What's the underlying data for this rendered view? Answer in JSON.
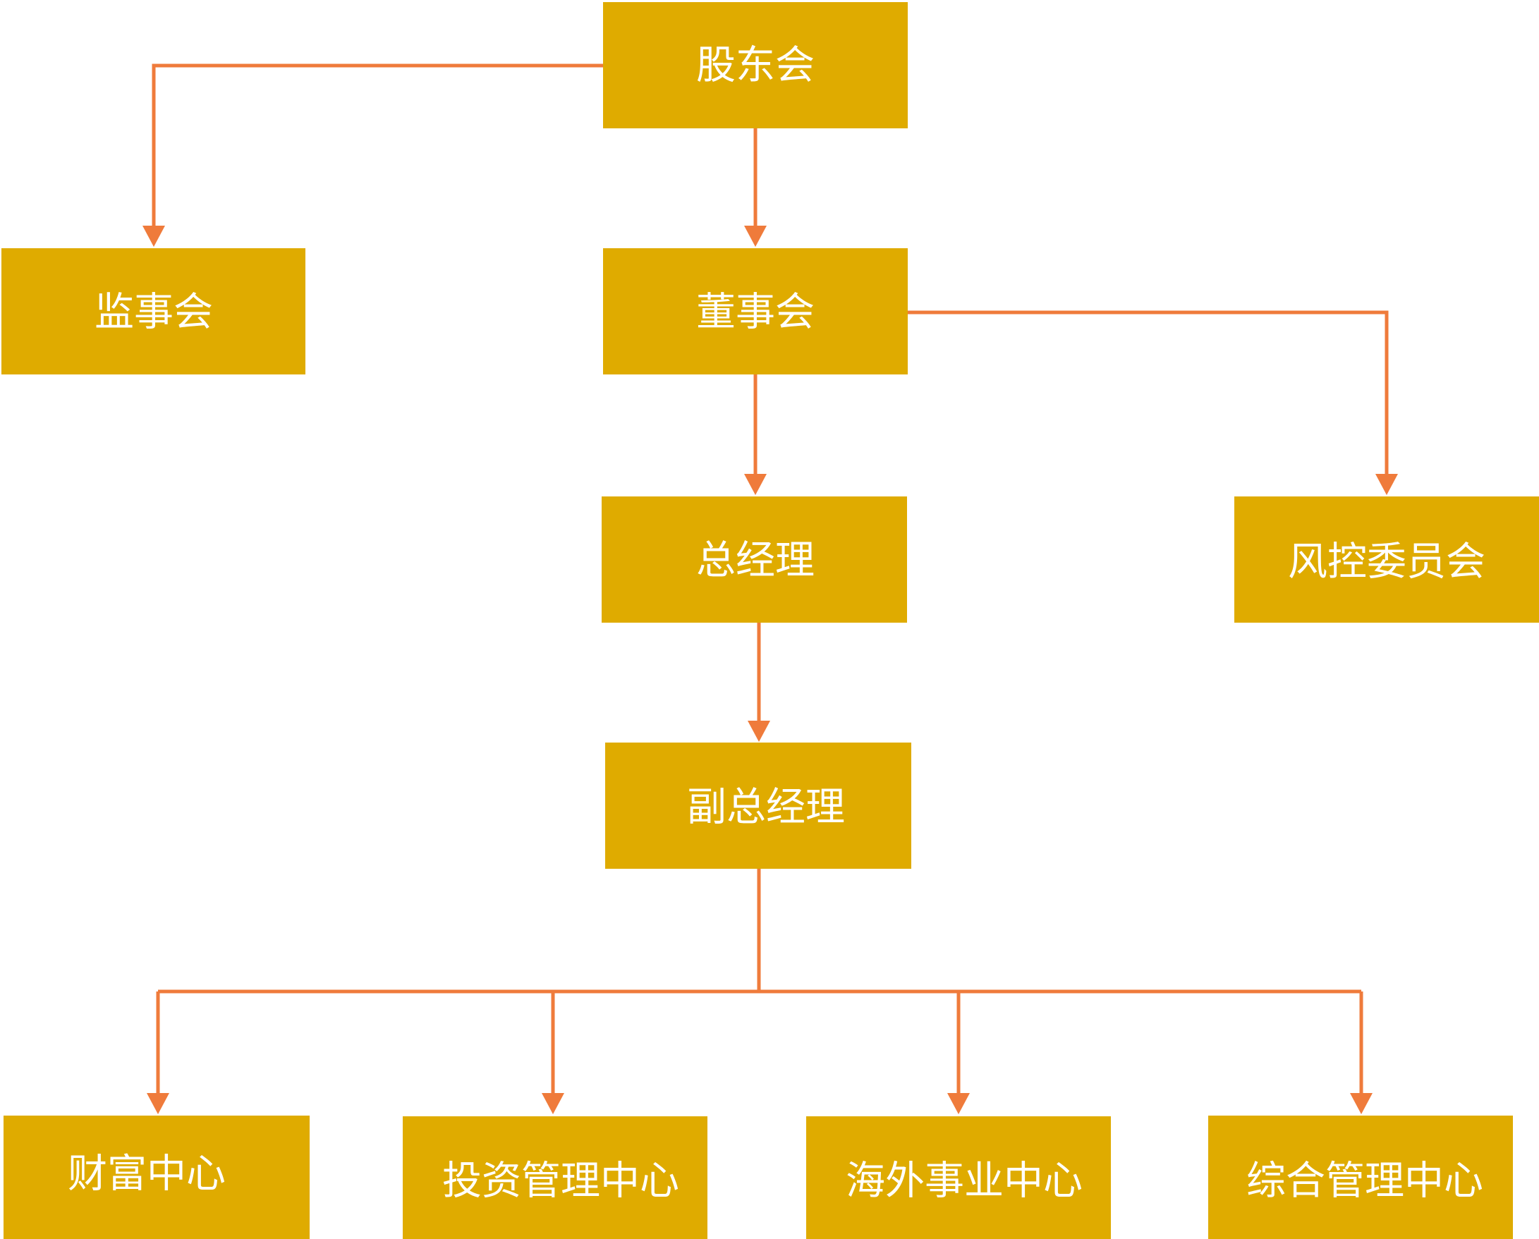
{
  "diagram": {
    "colors": {
      "node_fill": "#dfab00",
      "node_text": "#ffffff",
      "edge": "#ef7b3b"
    },
    "nodes": {
      "shareholders": "股东会",
      "supervisors": "监事会",
      "board": "董事会",
      "gm": "总经理",
      "risk": "风控委员会",
      "deputy_gm": "副总经理",
      "wealth": "财富中心",
      "investment": "投资管理中心",
      "overseas": "海外事业中心",
      "admin": "综合管理中心"
    }
  }
}
